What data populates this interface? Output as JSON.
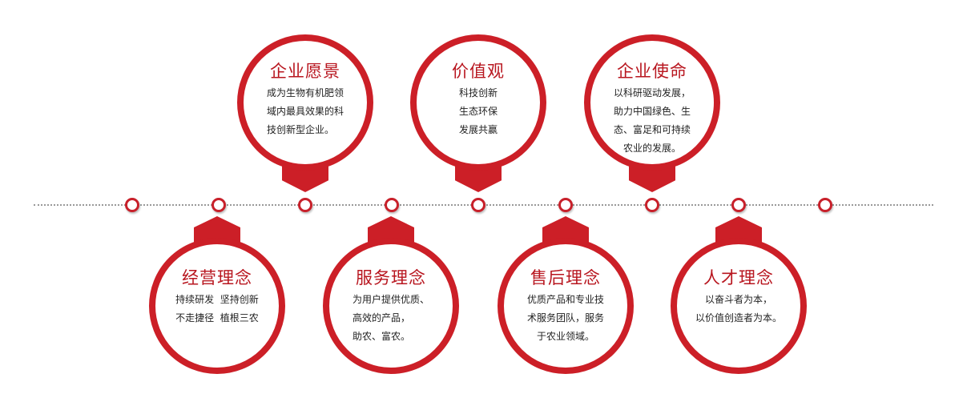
{
  "colors": {
    "accent": "#cc1f27",
    "title": "#b8161f",
    "text": "#222222",
    "timeline": "#9a9a9a"
  },
  "timeline": {
    "dots": [
      165,
      273,
      381,
      489,
      597,
      706,
      814,
      922,
      1030
    ]
  },
  "top_nodes": [
    {
      "title": "企业愿景",
      "lines": [
        "成为生物有机肥领",
        "域内最具效果的科",
        "技创新型企业。"
      ]
    },
    {
      "title": "价值观",
      "lines": [
        "科技创新",
        "生态环保",
        "发展共赢"
      ]
    },
    {
      "title": "企业使命",
      "lines": [
        "以科研驱动发展，",
        "助力中国绿色、生",
        "态、富足和可持续",
        "农业的发展。"
      ]
    }
  ],
  "bottom_nodes": [
    {
      "title": "经营理念",
      "lines": [
        "持续研发  坚持创新",
        "不走捷径  植根三农"
      ]
    },
    {
      "title": "服务理念",
      "lines": [
        "为用户提供优质、",
        "高效的产品，",
        "助农、富农。"
      ]
    },
    {
      "title": "售后理念",
      "lines": [
        "优质产品和专业技",
        "术服务团队，服务",
        "于农业领域。"
      ]
    },
    {
      "title": "人才理念",
      "lines": [
        "以奋斗者为本，",
        "以价值创造者为本。"
      ]
    }
  ]
}
